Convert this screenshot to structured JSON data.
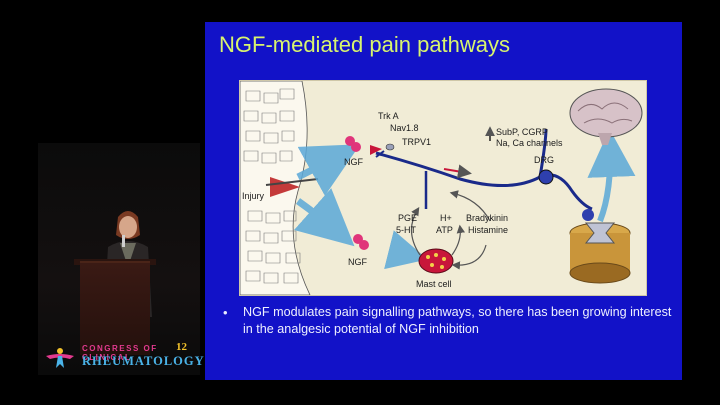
{
  "slide": {
    "title": "NGF-mediated pain pathways",
    "bullet": "NGF modulates pain signalling pathways, so there has been growing interest in the analgesic potential of NGF inhibition"
  },
  "figure": {
    "labels": {
      "trk_a": "Trk A",
      "nav18": "Nav1.8",
      "trpv1": "TRPV1",
      "ngf_top": "NGF",
      "ngf_bottom": "NGF",
      "injury": "Injury",
      "subp": "SubP, CGRP",
      "channels": "Na, Ca channels",
      "drg": "DRG",
      "pge": "PGE",
      "ht5": "5-HT",
      "hplus": "H+",
      "atp": "ATP",
      "bradykinin": "Bradykinin",
      "histamine": "Histamine",
      "mast_cell": "Mast cell"
    }
  },
  "logo": {
    "top": "CONGRESS OF CLINICAL",
    "bottom": "RHEUMATOLOGY",
    "number": "12"
  },
  "colors": {
    "slide_bg": "#1212c8",
    "title": "#d8f46e",
    "figure_bg": "#f1ecd6",
    "nerve": "#1a2a8a",
    "arrow_blue": "#5aa8d8",
    "ngf_pink": "#e0357a"
  }
}
